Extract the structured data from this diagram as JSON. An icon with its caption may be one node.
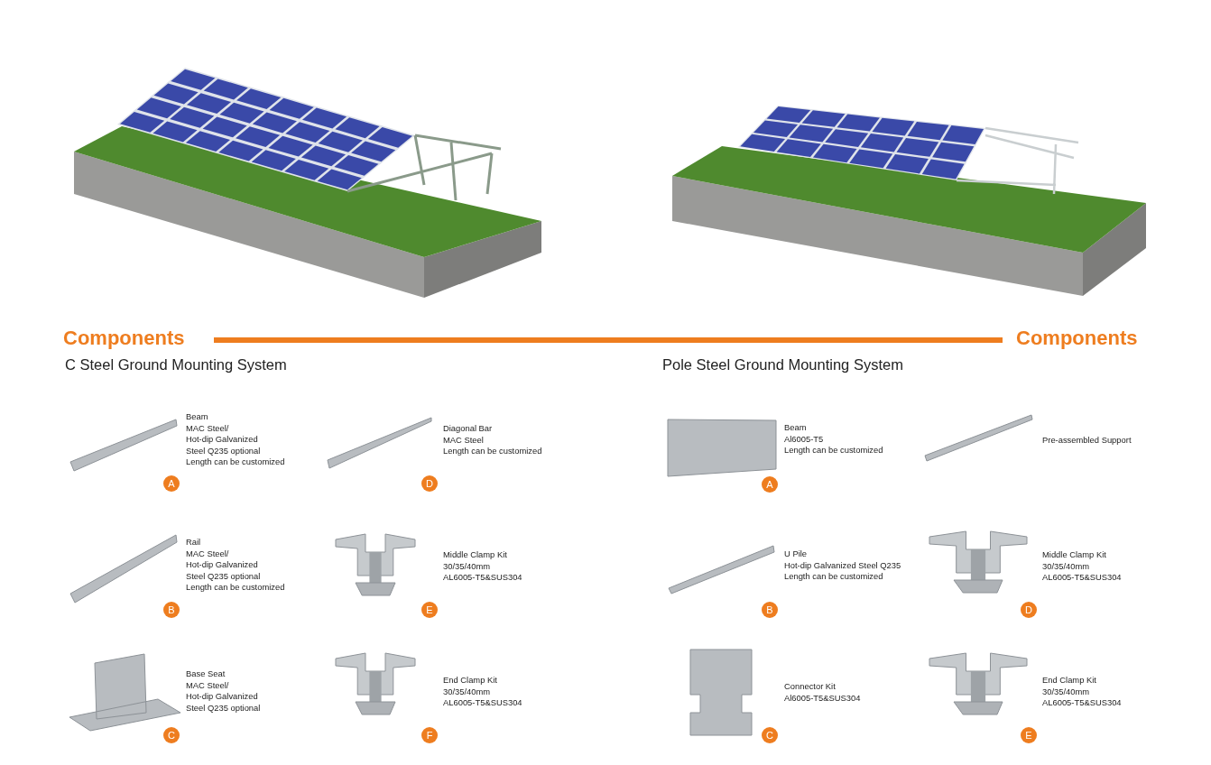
{
  "diagram": {
    "nodes": [
      {
        "text": [
          "A"
        ]
      },
      {
        "text": [
          "D"
        ]
      },
      {
        "text": [
          "B"
        ]
      },
      {
        "text": [
          "E"
        ]
      },
      {
        "text": [
          "C"
        ]
      },
      {
        "text": [
          "F"
        ]
      },
      {
        "text": [
          "A"
        ]
      },
      {
        "text": [
          "B"
        ]
      },
      {
        "text": [
          "D"
        ]
      },
      {
        "text": [
          "C"
        ]
      },
      {
        "text": [
          "E"
        ]
      }
    ],
    "labels": [
      "Components",
      "Components",
      "C Steel Ground Mounting System",
      "Pole Steel Ground Mounting System",
      "Beam",
      "MAC Steel/",
      "Hot-dip Galvanized",
      "Steel Q235 optional",
      "Length can be customized",
      "Diagonal Bar",
      "MAC Steel",
      "Length can be customized",
      "Rail",
      "MAC Steel/",
      "Hot-dip Galvanized",
      "Steel Q235 optional",
      "Length can be customized",
      "Middle Clamp Kit",
      "30/35/40mm",
      "AL6005-T5&SUS304",
      "Base Seat",
      "MAC Steel/",
      "Hot-dip Galvanized",
      "Steel Q235 optional",
      "End Clamp Kit",
      "30/35/40mm",
      "AL6005-T5&SUS304",
      "Beam",
      "Al6005-T5",
      "Length can be customized",
      "Pre-assembled Support",
      "U Pile",
      "Hot-dip Galvanized Steel Q235",
      "Length can be customized",
      "Middle Clamp Kit",
      "30/35/40mm",
      "AL6005-T5&SUS304",
      "Connector Kit",
      "Al6005-T5&SUS304",
      "End Clamp Kit",
      "30/35/40mm",
      "AL6005-T5&SUS304"
    ]
  }
}
